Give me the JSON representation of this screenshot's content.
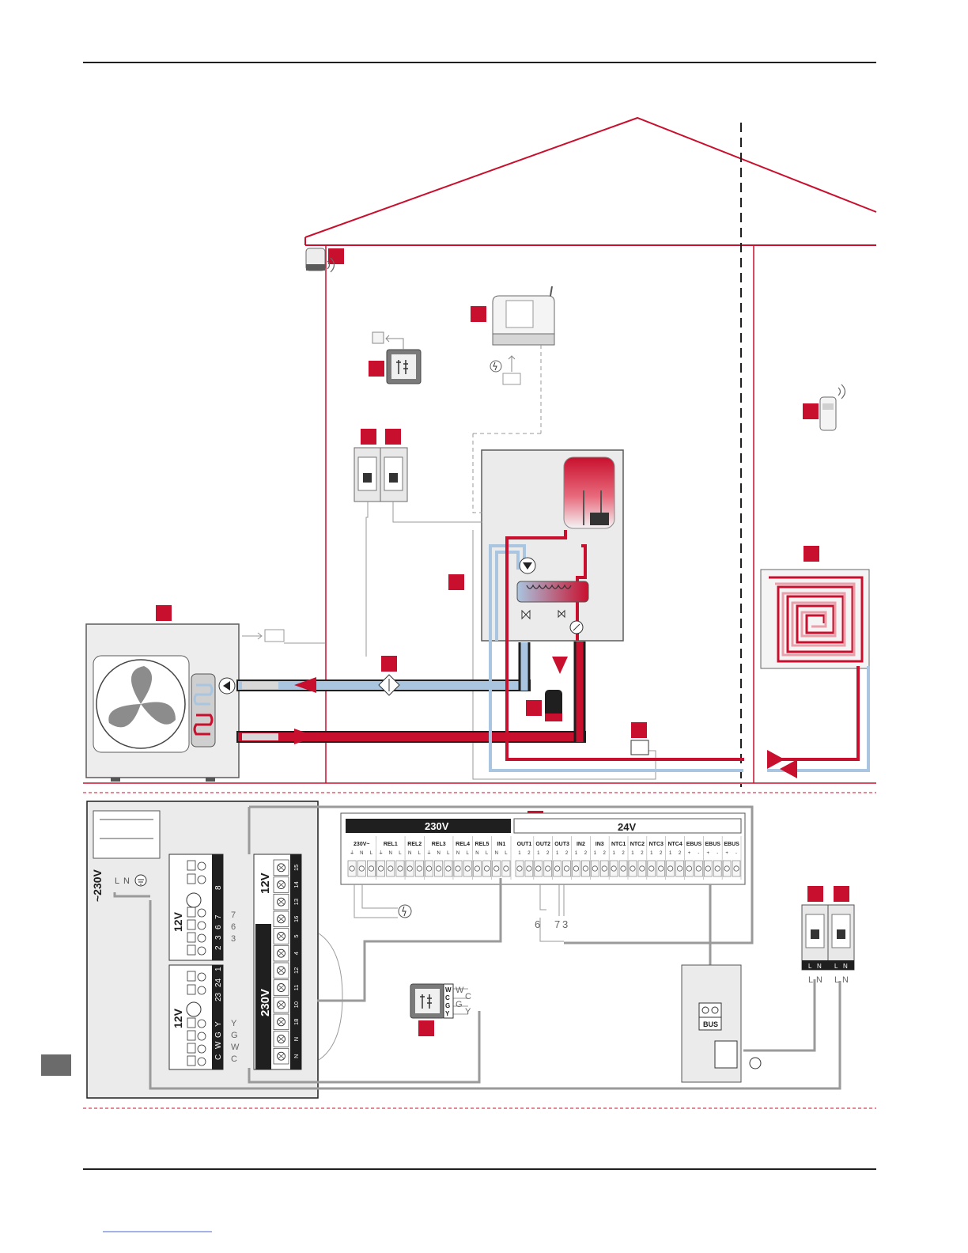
{
  "colors": {
    "accent_red": "#c8102e",
    "pipe_blue": "#a9c5e0",
    "wire_gray": "#9a9a9a",
    "panel_gray": "#ebebeb",
    "dark": "#1f1f1f"
  },
  "labels": {
    "supply_230_left": "~230V",
    "l": "L",
    "n": "N",
    "v12_a": "12V",
    "v12_b": "12V",
    "v12_c": "12V",
    "v230_vert": "230V",
    "board_230": "230V",
    "board_24": "24V",
    "bus": "BUS"
  },
  "term_block_a": {
    "top": "8",
    "numbers": [
      "7",
      "6",
      "3",
      "2"
    ],
    "wires": [
      "7",
      "6",
      "3"
    ]
  },
  "term_block_b": {
    "top": "1",
    "numbers": [
      "23",
      "24"
    ],
    "letters": [
      "Y",
      "G",
      "W",
      "C"
    ],
    "wires": [
      "Y",
      "G",
      "W",
      "C"
    ]
  },
  "term_block_c": {
    "numbers": [
      "15",
      "14",
      "13",
      "16",
      "5",
      "4",
      "12",
      "11",
      "10",
      "18",
      "N",
      "N"
    ]
  },
  "board_230_groups": [
    {
      "name": "230V~",
      "pins": [
        "⏚",
        "N",
        "L"
      ]
    },
    {
      "name": "REL1",
      "pins": [
        "⏚",
        "N",
        "L"
      ]
    },
    {
      "name": "REL2",
      "pins": [
        "N",
        "L"
      ]
    },
    {
      "name": "REL3",
      "pins": [
        "⏚",
        "N",
        "L"
      ]
    },
    {
      "name": "REL4",
      "pins": [
        "N",
        "L"
      ]
    },
    {
      "name": "REL5",
      "pins": [
        "N",
        "L"
      ]
    },
    {
      "name": "IN1",
      "pins": [
        "N",
        "L"
      ]
    }
  ],
  "board_24_groups": [
    {
      "name": "OUT1",
      "pins": [
        "1",
        "2"
      ]
    },
    {
      "name": "OUT2",
      "pins": [
        "1",
        "2"
      ]
    },
    {
      "name": "OUT3",
      "pins": [
        "1",
        "2"
      ]
    },
    {
      "name": "IN2",
      "pins": [
        "1",
        "2"
      ]
    },
    {
      "name": "IN3",
      "pins": [
        "1",
        "2"
      ]
    },
    {
      "name": "NTC1",
      "pins": [
        "1",
        "2"
      ]
    },
    {
      "name": "NTC2",
      "pins": [
        "1",
        "2"
      ]
    },
    {
      "name": "NTC3",
      "pins": [
        "1",
        "2"
      ]
    },
    {
      "name": "NTC4",
      "pins": [
        "1",
        "2"
      ]
    },
    {
      "name": "EBUS",
      "pins": [
        "+",
        "-"
      ]
    },
    {
      "name": "EBUS",
      "pins": [
        "+",
        "-"
      ]
    },
    {
      "name": "EBUS",
      "pins": [
        "+",
        "-"
      ]
    }
  ],
  "out_wire_numbers": [
    "6",
    "7",
    "3"
  ],
  "thermostat_wires": [
    "W",
    "C",
    "G",
    "Y"
  ],
  "thermostat_letters": [
    "W",
    "C",
    "G",
    "Y"
  ],
  "breaker_lin": {
    "left": [
      "L",
      "N"
    ],
    "right": [
      "L",
      "N"
    ]
  }
}
